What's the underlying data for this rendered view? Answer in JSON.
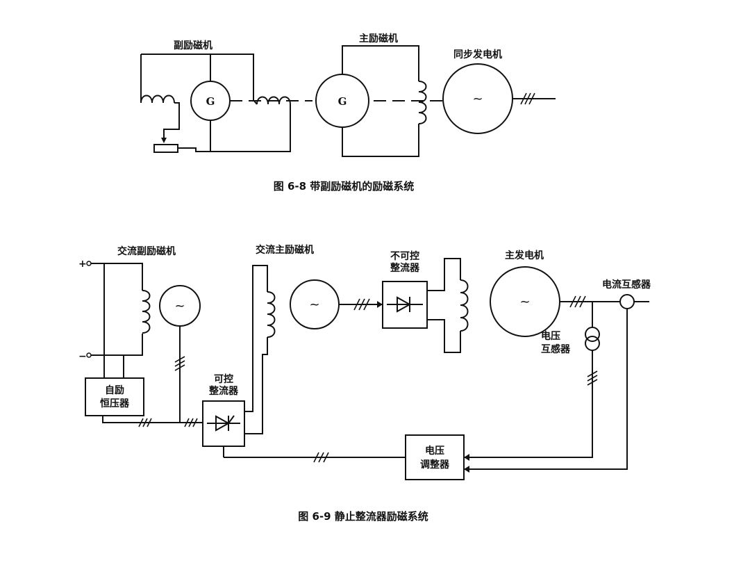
{
  "fig1": {
    "caption": "图 6-8   带副励磁机的励磁系统",
    "pilot_exciter": "副励磁机",
    "main_exciter": "主励磁机",
    "sync_generator": "同步发电机",
    "gen_symbol": "G",
    "ac_symbol": "~"
  },
  "fig2": {
    "caption": "图 6-9   静止整流器励磁系统",
    "ac_pilot_exciter": "交流副励磁机",
    "ac_main_exciter": "交流主励磁机",
    "uncontrolled_rectifier_l1": "不可控",
    "uncontrolled_rectifier_l2": "整流器",
    "main_generator": "主发电机",
    "current_transformer": "电流互感器",
    "voltage_transformer_l1": "电压",
    "voltage_transformer_l2": "互感器",
    "controlled_rectifier_l1": "可控",
    "controlled_rectifier_l2": "整流器",
    "self_regulator_l1": "自励",
    "self_regulator_l2": "恒压器",
    "voltage_regulator_l1": "电压",
    "voltage_regulator_l2": "调整器",
    "plus": "+",
    "minus": "−",
    "ac_symbol": "~"
  }
}
